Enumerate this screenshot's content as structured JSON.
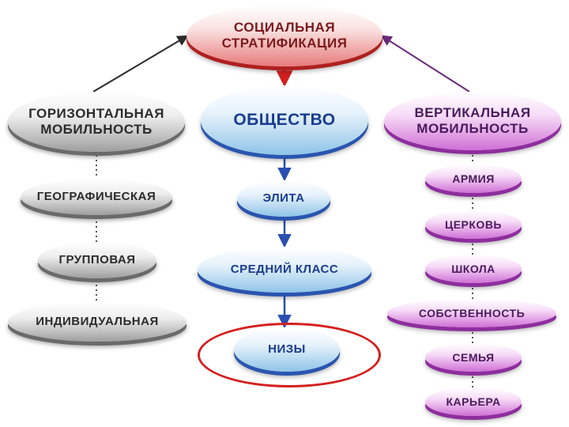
{
  "nodes": {
    "root": "СОЦИАЛЬНАЯ\nСТРАТИФИКАЦИЯ",
    "horizontal": "ГОРИЗОНТАЛЬНАЯ\nМОБИЛЬНОСТЬ",
    "society": "ОБЩЕСТВО",
    "vertical": "ВЕРТИКАЛЬНАЯ\nМОБИЛЬНОСТЬ",
    "geographic": "ГЕОГРАФИЧЕСКАЯ",
    "group": "ГРУППОВАЯ",
    "individual": "ИНДИВИДУАЛЬНАЯ",
    "elite": "ЭЛИТА",
    "middle_class": "СРЕДНИЙ КЛАСС",
    "lower": "НИЗЫ",
    "army": "АРМИЯ",
    "church": "ЦЕРКОВЬ",
    "school": "ШКОЛА",
    "property": "СОБСТВЕННОСТЬ",
    "family": "СЕМЬЯ",
    "career": "КАРЬЕРА"
  },
  "colors": {
    "root": "#d42020",
    "horizontal": "#8a8a8a",
    "society": "#2a55b0",
    "vertical": "#8e2e9e",
    "highlight_ring": "#d42020"
  }
}
